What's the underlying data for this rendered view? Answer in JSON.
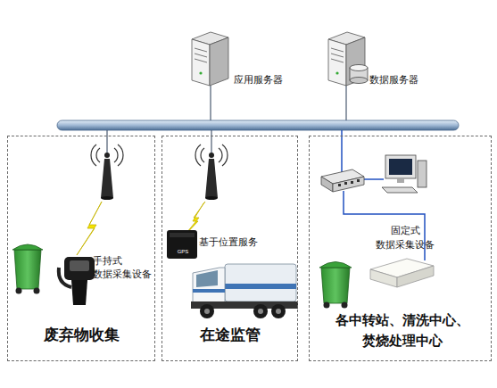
{
  "diagram": {
    "nodes": [
      {
        "text": [
          "应用服务器"
        ]
      },
      {
        "text": [
          "数据服务器"
        ]
      },
      {
        "text": [
          "废弃物收集"
        ]
      },
      {
        "text": [
          "在途监管"
        ]
      },
      {
        "text": [
          "各中转站、清洗中心、焚烧处理中心"
        ]
      }
    ],
    "labels": [
      "手持式 数据采集设备",
      "GPS",
      "基于位置服务",
      "固定式 数据采集设备"
    ]
  }
}
